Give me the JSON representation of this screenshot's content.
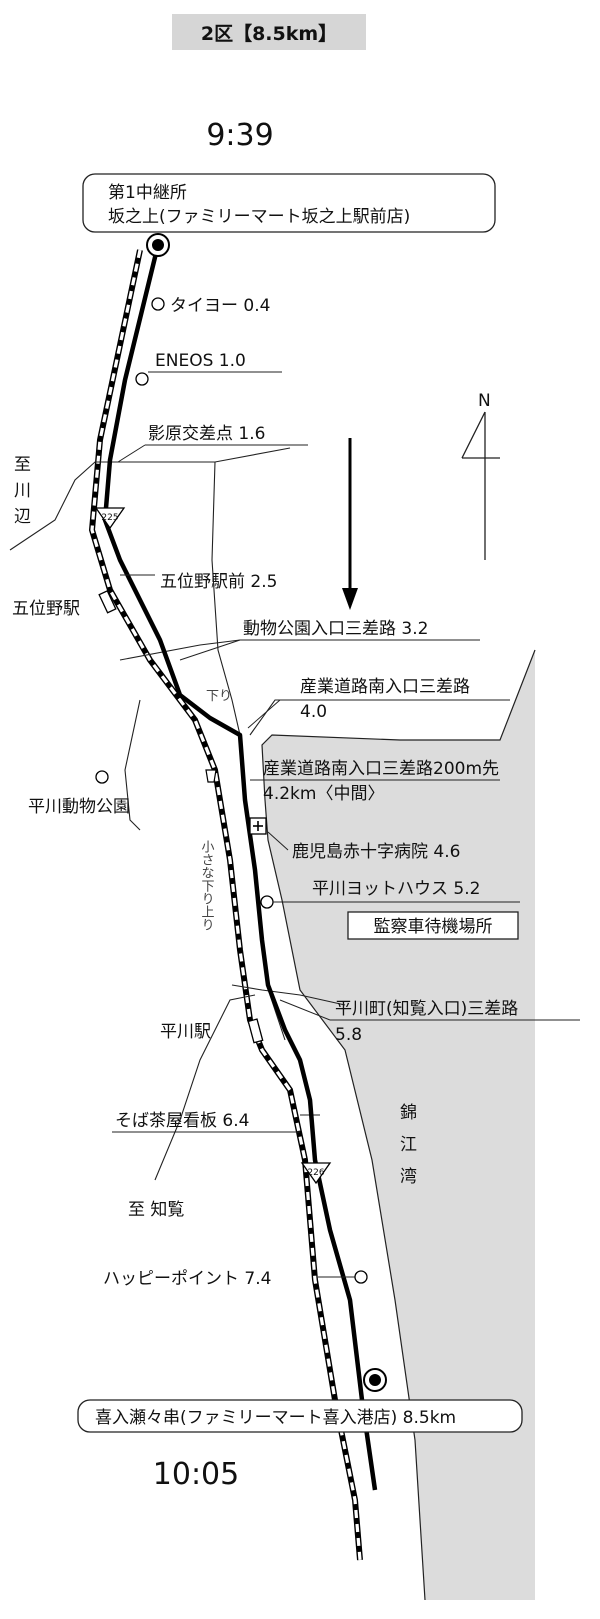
{
  "title": "2区【8.5km】",
  "start_time": "9:39",
  "finish_time": "10:05",
  "start_box": {
    "line1": "第1中継所",
    "line2": "坂之上(ファミリーマート坂之上駅前店)"
  },
  "finish_box": "喜入瀬々串(ファミリーマート喜入港店) 8.5km",
  "compass": "N",
  "waypoints": [
    {
      "label": "タイヨー 0.4"
    },
    {
      "label": "ENEOS 1.0"
    },
    {
      "label": "影原交差点 1.6"
    },
    {
      "label": "五位野駅前 2.5"
    },
    {
      "label": "動物公園入口三差路 3.2"
    },
    {
      "line1": "産業道路南入口三差路",
      "line2": "4.0"
    },
    {
      "line1": "産業道路南入口三差路200m先",
      "line2": "4.2km〈中間〉"
    },
    {
      "label": "鹿児島赤十字病院 4.6"
    },
    {
      "label": "平川ヨットハウス 5.2"
    },
    {
      "line1": "平川町(知覧入口)三差路",
      "line2": "5.8"
    },
    {
      "label": "そば茶屋看板 6.4"
    },
    {
      "label": "ハッピーポイント 7.4"
    }
  ],
  "inspection_box": "監察車待機場所",
  "places": {
    "to_kawanabe_1": "至",
    "to_kawanabe_2": "川",
    "to_kawanabe_3": "辺",
    "goino_station": "五位野駅",
    "hirakawa_zoo": "平川動物公園",
    "hirakawa_station": "平川駅",
    "to_chiran": "至 知覧",
    "bay_1": "錦",
    "bay_2": "江",
    "bay_3": "湾",
    "downhill": "下り",
    "small_updown": "小さな下り上り"
  },
  "route_shields": [
    "225",
    "226"
  ],
  "colors": {
    "sea": "#dcdcdc",
    "route": "#000000",
    "title_bg": "#d6d6d6"
  }
}
